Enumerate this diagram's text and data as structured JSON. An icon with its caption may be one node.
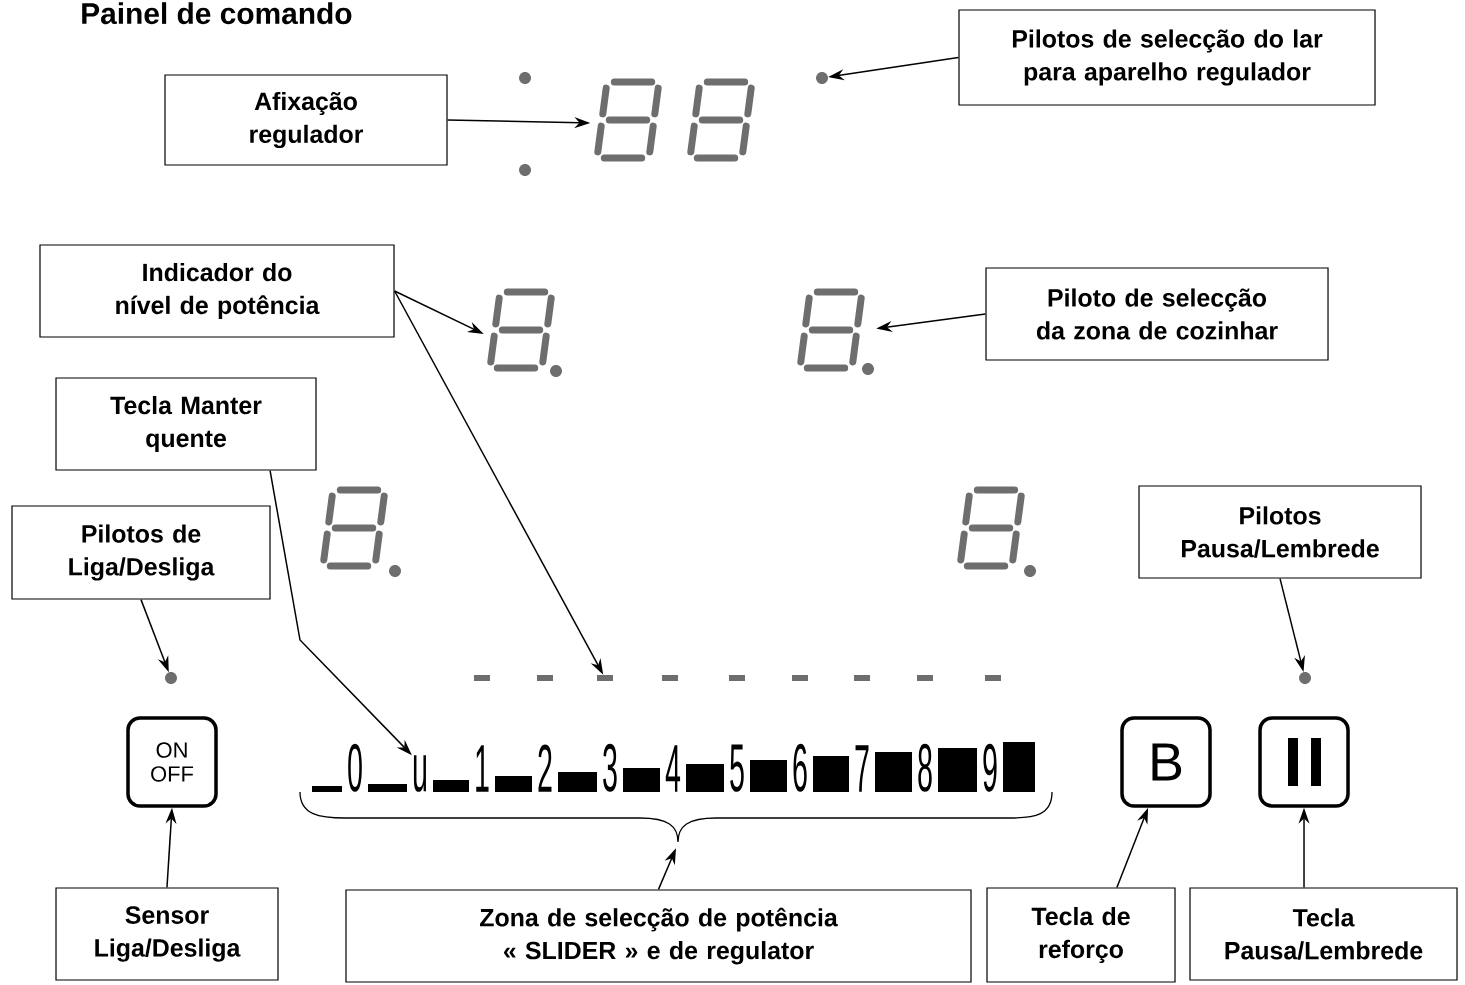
{
  "diagram": {
    "title": "Painel de comando",
    "nodes": [
      {
        "text": [
          "Afixação regulador"
        ]
      },
      {
        "text": [
          "Pilotos de selecção do lar para aparelho regulador"
        ]
      },
      {
        "text": [
          "Indicador do nível de potência"
        ]
      },
      {
        "text": [
          "Piloto de selecção da zona de cozinhar"
        ]
      },
      {
        "text": [
          "Tecla Manter quente"
        ]
      },
      {
        "text": [
          "Pilotos de Liga/Desliga"
        ]
      },
      {
        "text": [
          "Pilotos Pausa/Lembrede"
        ]
      },
      {
        "text": [
          "Sensor Liga/Desliga"
        ]
      },
      {
        "text": [
          "Zona de selecção de potência « SLIDER » e de regulator"
        ]
      },
      {
        "text": [
          "Tecla de reforço"
        ]
      },
      {
        "text": [
          "Tecla Pausa/Lembrede"
        ]
      },
      {
        "text": [],
        "shape": "display"
      },
      {
        "text": [],
        "shape": "circle"
      },
      {
        "text": [],
        "shape": "display"
      },
      {
        "text": [],
        "shape": "display"
      },
      {
        "text": [],
        "shape": "bar"
      },
      {
        "text": [
          "u"
        ]
      },
      {
        "text": [],
        "shape": "circle"
      },
      {
        "text": [
          "ON OFF"
        ]
      },
      {
        "text": [
          "B"
        ]
      },
      {
        "text": [],
        "shape": "box"
      },
      {
        "text": [],
        "shape": "circle"
      },
      {
        "text": [],
        "shape": "brace"
      }
    ],
    "edges": [
      {
        "from": 0,
        "to": 11,
        "arrow": "to"
      },
      {
        "from": 1,
        "to": 12,
        "arrow": "to"
      },
      {
        "from": 2,
        "to": 13,
        "arrow": "to"
      },
      {
        "from": 2,
        "to": 15,
        "arrow": "to"
      },
      {
        "from": 3,
        "to": 14,
        "arrow": "to"
      },
      {
        "from": 4,
        "to": 16,
        "arrow": "to"
      },
      {
        "from": 5,
        "to": 17,
        "arrow": "to"
      },
      {
        "from": 6,
        "to": 21,
        "arrow": "to"
      },
      {
        "from": 7,
        "to": 18,
        "arrow": "to"
      },
      {
        "from": 8,
        "to": 22,
        "arrow": "to"
      },
      {
        "from": 9,
        "to": 19,
        "arrow": "to"
      },
      {
        "from": 10,
        "to": 20,
        "arrow": "to"
      }
    ],
    "labels": [
      "0",
      "1",
      "2",
      "3",
      "4",
      "5",
      "6",
      "7",
      "8",
      "9"
    ]
  }
}
